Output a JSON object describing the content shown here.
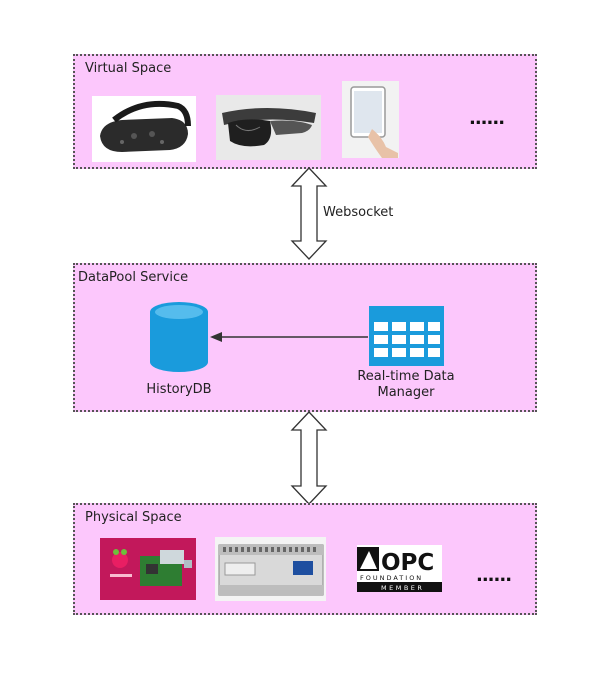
{
  "panels": {
    "virtual": {
      "title": "Virtual Space",
      "more": "......"
    },
    "datapool": {
      "title": "DataPool Service"
    },
    "physical": {
      "title": "Physical Space",
      "more": "......"
    }
  },
  "nodes": {
    "history_db": "HistoryDB",
    "realtime_manager_line1": "Real-time Data",
    "realtime_manager_line2": "Manager"
  },
  "edges": {
    "websocket": "Websocket"
  },
  "logos": {
    "opc_text": "OPC",
    "opc_foundation": "FOUNDATION",
    "opc_member": "MEMBER"
  },
  "colors": {
    "panel_fill": "#fcc7fc",
    "db_blue": "#1a9bdc"
  }
}
